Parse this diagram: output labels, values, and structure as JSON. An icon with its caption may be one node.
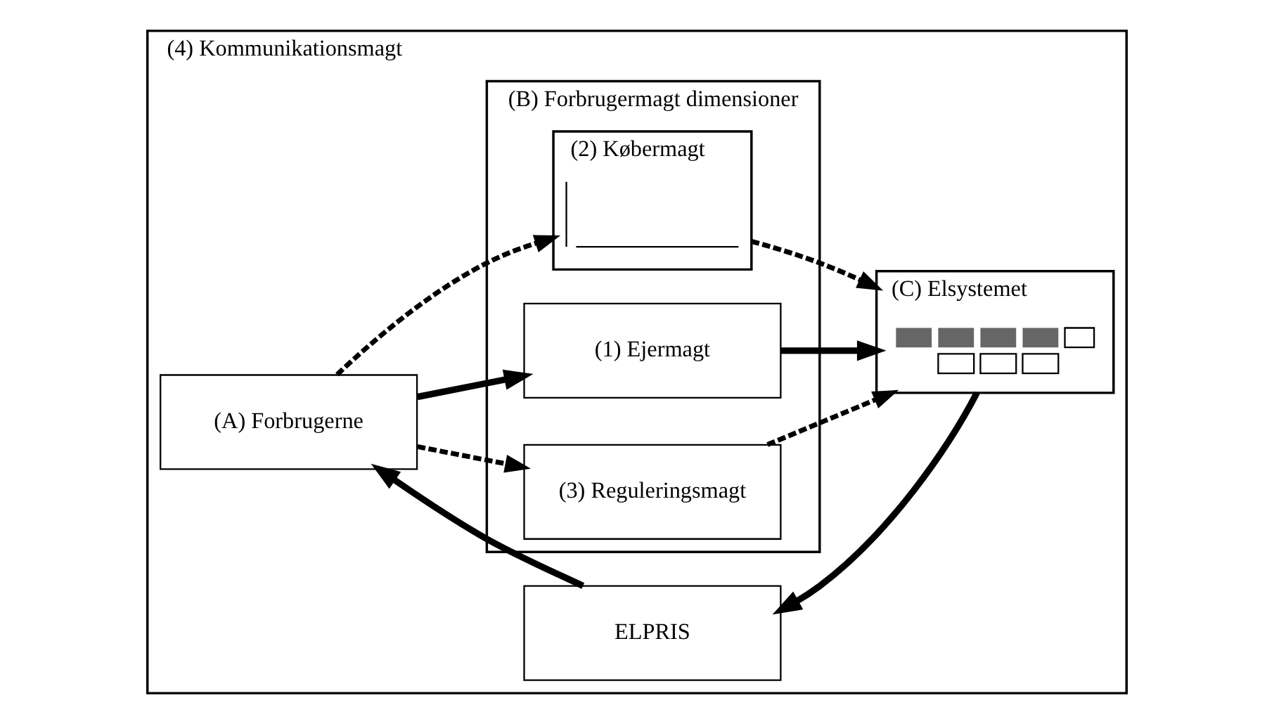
{
  "diagram": {
    "nodes": [
      {
        "text": [
          "(4) Kommunikationsmagt"
        ]
      },
      {
        "text": [
          "(A) Forbrugerne"
        ],
        "in": 0
      },
      {
        "text": [
          "(B) Forbrugermagt dimensioner"
        ],
        "in": 0
      },
      {
        "text": [
          "(1) Ejermagt"
        ],
        "in": 2
      },
      {
        "text": [
          "(2) Købermagt"
        ],
        "in": 2
      },
      {
        "text": [],
        "shape": "picture",
        "in": 4
      },
      {
        "text": [
          "(3) Reguleringsmagt"
        ],
        "in": 2
      },
      {
        "text": [
          "(C) Elsystemet"
        ],
        "in": 0
      },
      {
        "text": [],
        "shape": "picture",
        "in": 7
      },
      {
        "text": [
          "ELPRIS"
        ],
        "in": 0
      }
    ],
    "edges": [
      {
        "from": 1,
        "to": 3,
        "arrow": "to"
      },
      {
        "from": 1,
        "to": 4,
        "arrow": "to",
        "style": "dashed"
      },
      {
        "from": 1,
        "to": 6,
        "arrow": "to",
        "style": "dashed"
      },
      {
        "from": 3,
        "to": 7,
        "arrow": "to"
      },
      {
        "from": 4,
        "to": 7,
        "arrow": "to",
        "style": "dashed"
      },
      {
        "from": 6,
        "to": 7,
        "arrow": "to",
        "style": "dashed"
      },
      {
        "from": 7,
        "to": 9,
        "arrow": "to"
      },
      {
        "from": 9,
        "to": 1,
        "arrow": "to"
      }
    ]
  }
}
